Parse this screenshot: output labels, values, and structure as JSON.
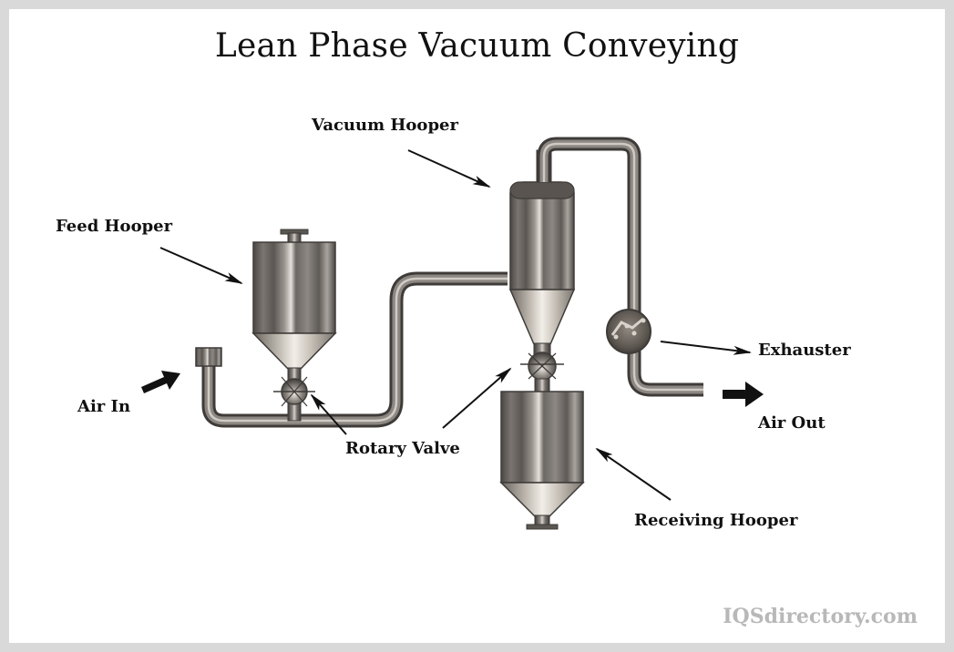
{
  "title": "Lean Phase Vacuum Conveying",
  "labels": {
    "feed_hooper": "Feed Hooper",
    "vacuum_hooper": "Vacuum Hooper",
    "air_in": "Air In",
    "rotary_valve": "Rotary Valve",
    "exhauster": "Exhauster",
    "air_out": "Air Out",
    "receiving_hooper": "Receiving Hooper"
  },
  "watermark": "IQSdirectory.com",
  "colors": {
    "background_border": "#d9d9d9",
    "canvas": "#ffffff",
    "metal_dark": "#4a4744",
    "metal_mid": "#8a8580",
    "metal_light": "#d8d4ce",
    "text": "#111111",
    "watermark": "#b8b8b8"
  }
}
